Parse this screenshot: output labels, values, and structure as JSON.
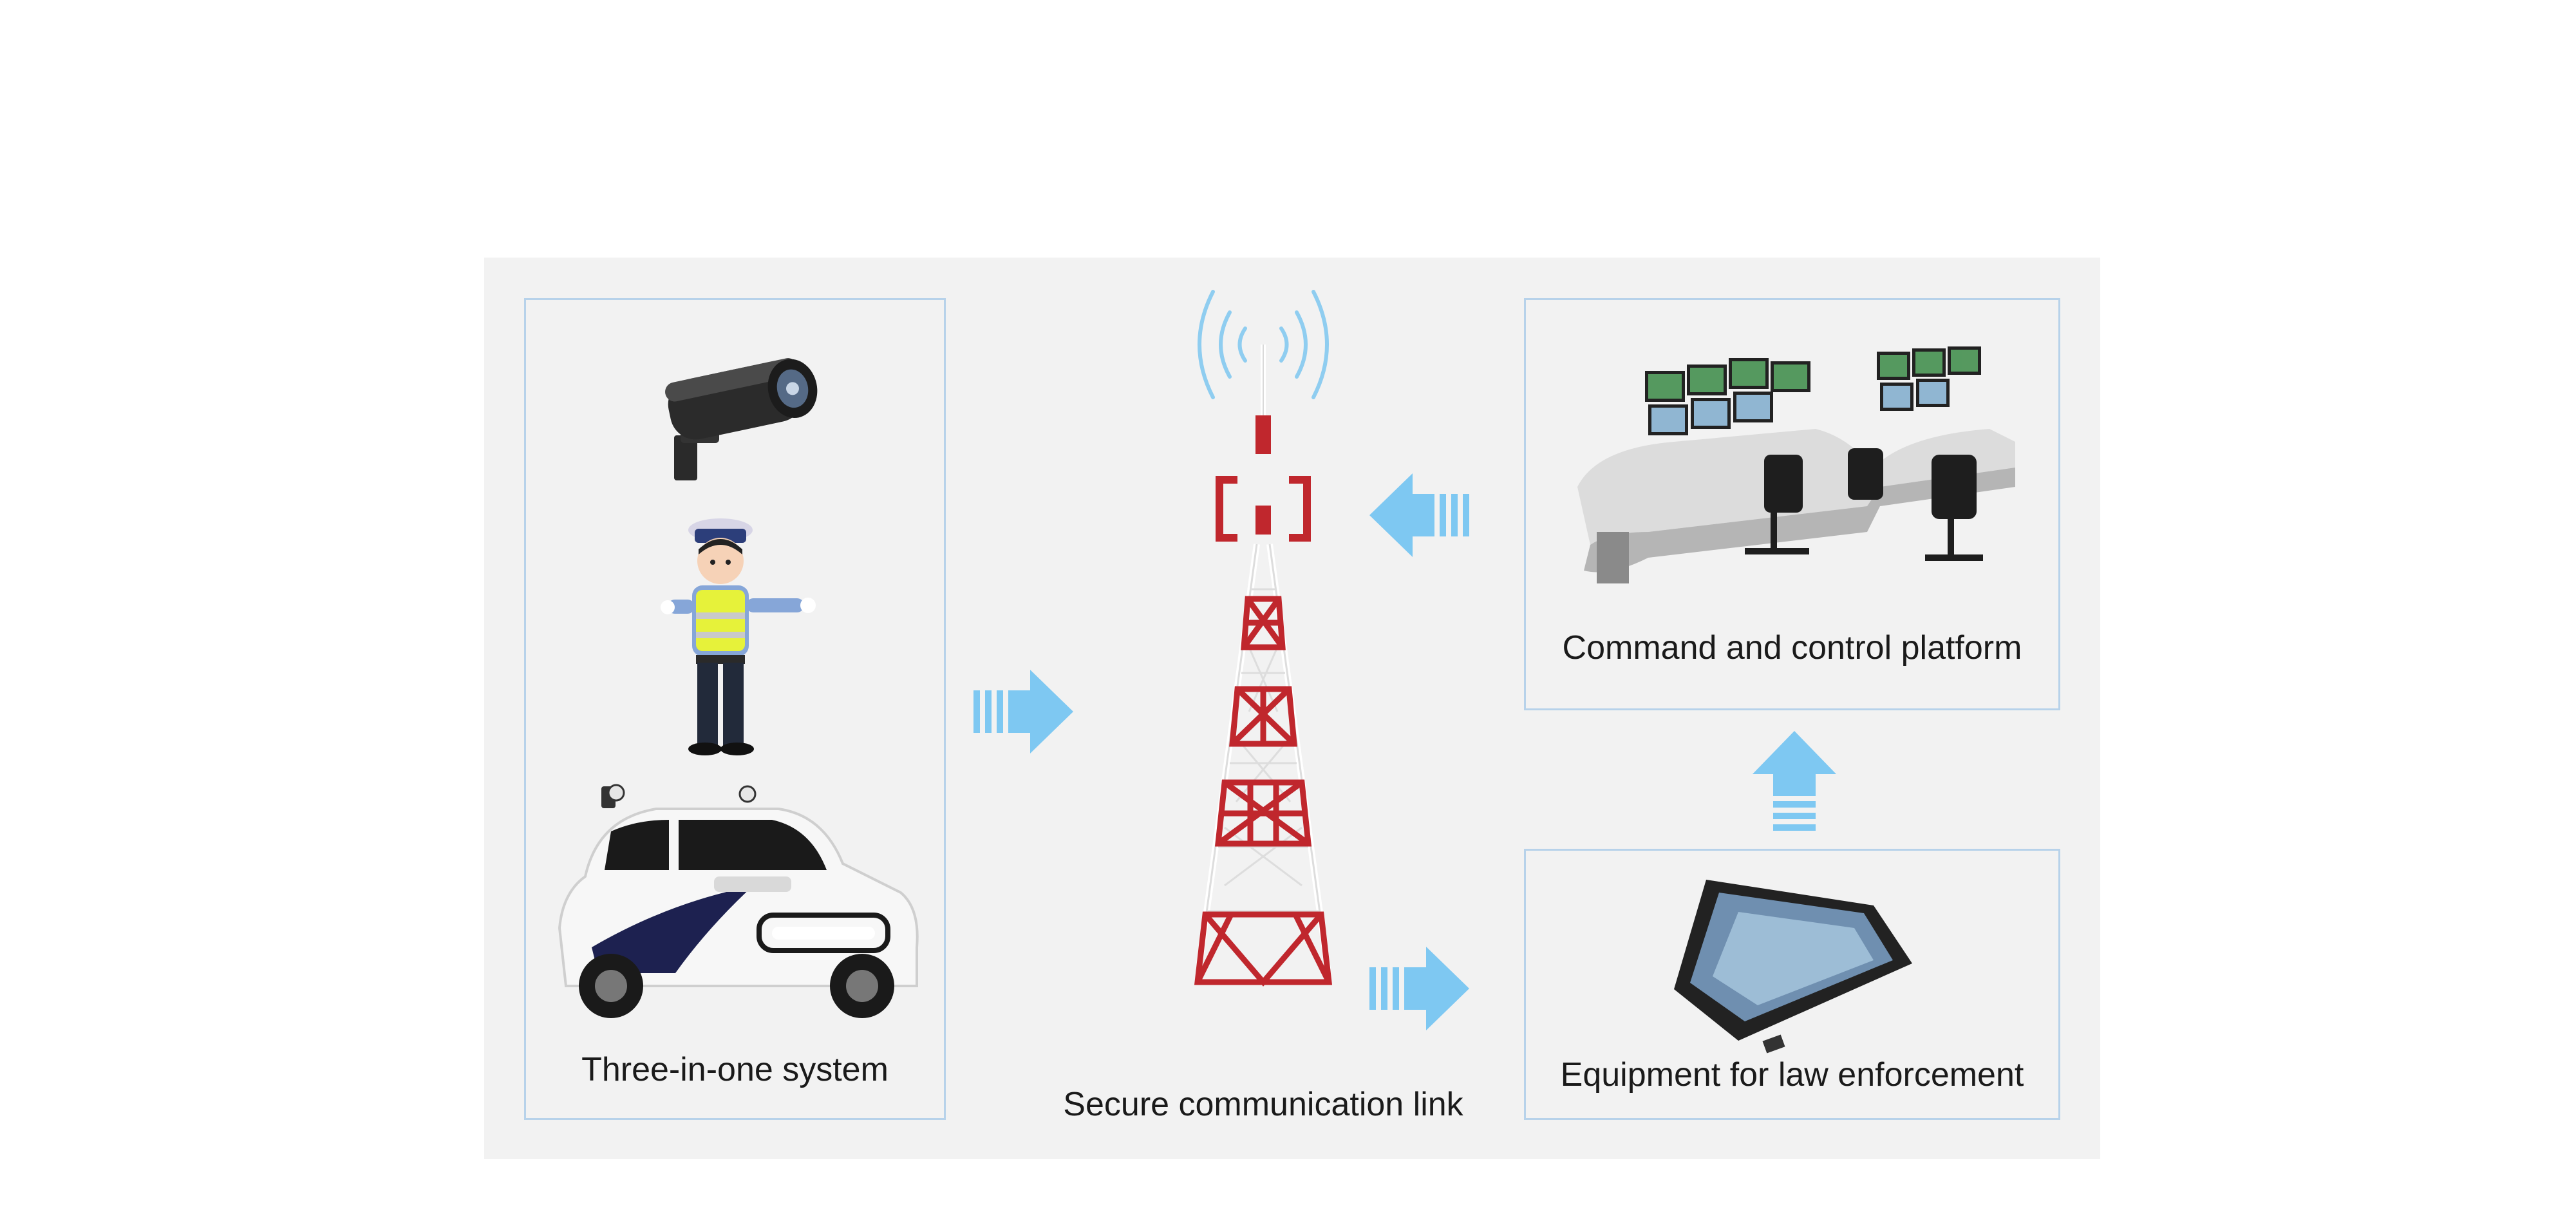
{
  "labels": {
    "left_box": "Three-in-one system",
    "center": "Secure communication link",
    "top_right_box": "Command and control platform",
    "bottom_right_box": "Equipment for law enforcement"
  },
  "colors": {
    "panel_bg": "#f2f2f2",
    "box_border": "#b7d2ea",
    "arrow": "#7ec8f2",
    "tower_red": "#c0272d",
    "signal_wave": "#8fcdf0"
  },
  "icons": [
    "camera-icon",
    "police-officer-icon",
    "patrol-vehicle-icon",
    "signal-tower-icon",
    "control-room-icon",
    "tablet-icon"
  ]
}
